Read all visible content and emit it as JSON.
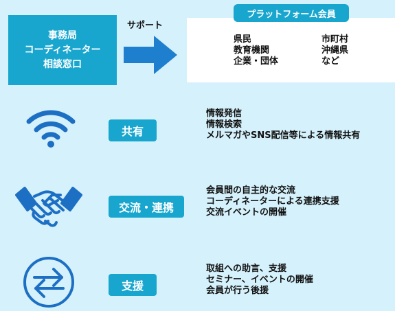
{
  "office": {
    "lines": [
      "事務局",
      "コーディネーター",
      "相談窓口"
    ]
  },
  "support_label": "サポート",
  "platform": {
    "title": "プラットフォーム会員",
    "members_col1": [
      "県民",
      "教育機関",
      "企業・団体"
    ],
    "members_col2": [
      "市町村",
      "沖縄県",
      "など"
    ]
  },
  "features": [
    {
      "icon": "wifi-icon",
      "label": "共有",
      "items": [
        "情報発信",
        "情報検索",
        "メルマガやSNS配信等による情報共有"
      ]
    },
    {
      "icon": "handshake-icon",
      "label": "交流・連携",
      "items": [
        "会員間の自主的な交流",
        "コーディネーターによる連携支援",
        "交流イベントの開催"
      ]
    },
    {
      "icon": "exchange-arrows-icon",
      "label": "支援",
      "items": [
        "取組への助言、支援",
        "セミナー、イベントの開催",
        "会員が行う後援"
      ]
    }
  ],
  "colors": {
    "accent": "#18a6cf",
    "background": "#d5f1fb",
    "arrow": "#1f7fcf",
    "icon": "#1d6fc4"
  }
}
